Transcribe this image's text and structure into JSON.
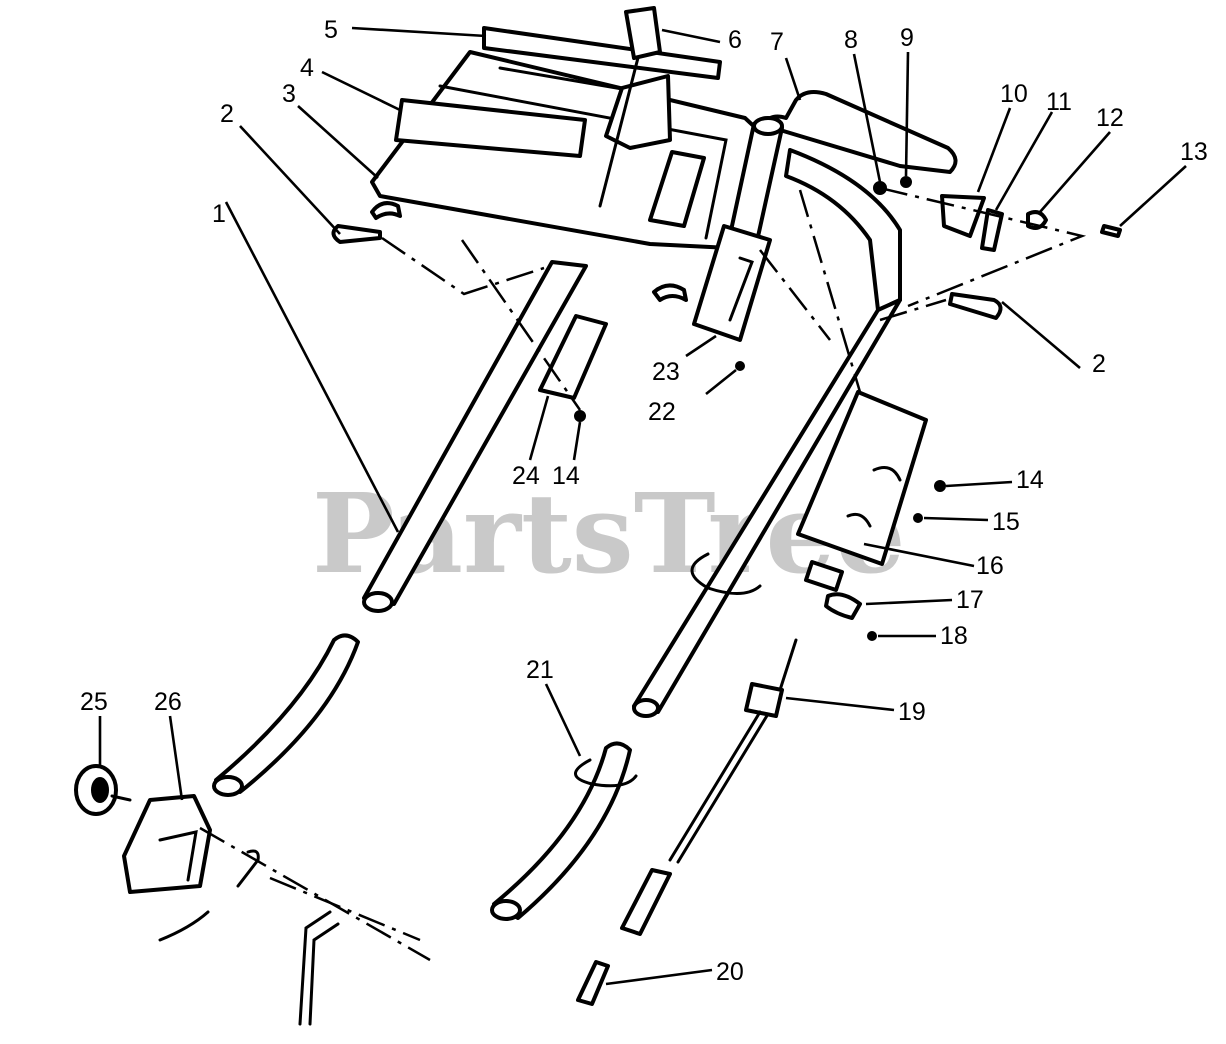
{
  "watermark": "PartsTree",
  "callouts": [
    "1",
    "2",
    "3",
    "4",
    "5",
    "6",
    "7",
    "8",
    "9",
    "10",
    "11",
    "12",
    "13",
    "14",
    "15",
    "16",
    "17",
    "18",
    "19",
    "20",
    "21",
    "22",
    "23",
    "24",
    "25",
    "26"
  ],
  "colors": {
    "line": "#000000",
    "background": "#ffffff",
    "watermark": "#c9c9c9"
  }
}
